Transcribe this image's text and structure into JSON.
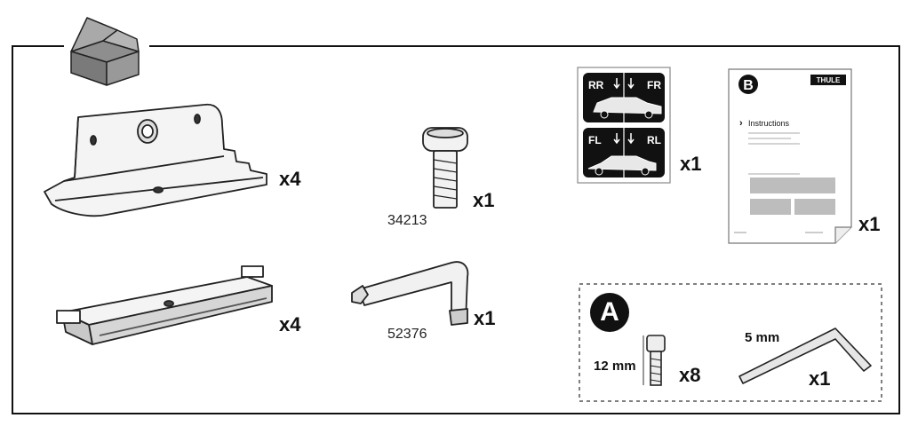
{
  "parts": [
    {
      "id": "footpad-bracket",
      "qty": "x4"
    },
    {
      "id": "bolt",
      "part_number": "34213",
      "qty": "x1"
    },
    {
      "id": "rubber-pad",
      "qty": "x4"
    },
    {
      "id": "torx-key",
      "part_number": "52376",
      "qty": "x1"
    },
    {
      "id": "position-stickers",
      "qty": "x1",
      "labels": [
        "RR",
        "FR",
        "FL",
        "RL"
      ]
    },
    {
      "id": "instructions-booklet",
      "qty": "x1",
      "letter": "B",
      "brand": "THULE",
      "heading": "Instructions"
    }
  ],
  "kit_a": {
    "letter": "A",
    "screw": {
      "length": "12 mm",
      "qty": "x8"
    },
    "hex_key": {
      "size": "5 mm",
      "qty": "x1"
    }
  }
}
